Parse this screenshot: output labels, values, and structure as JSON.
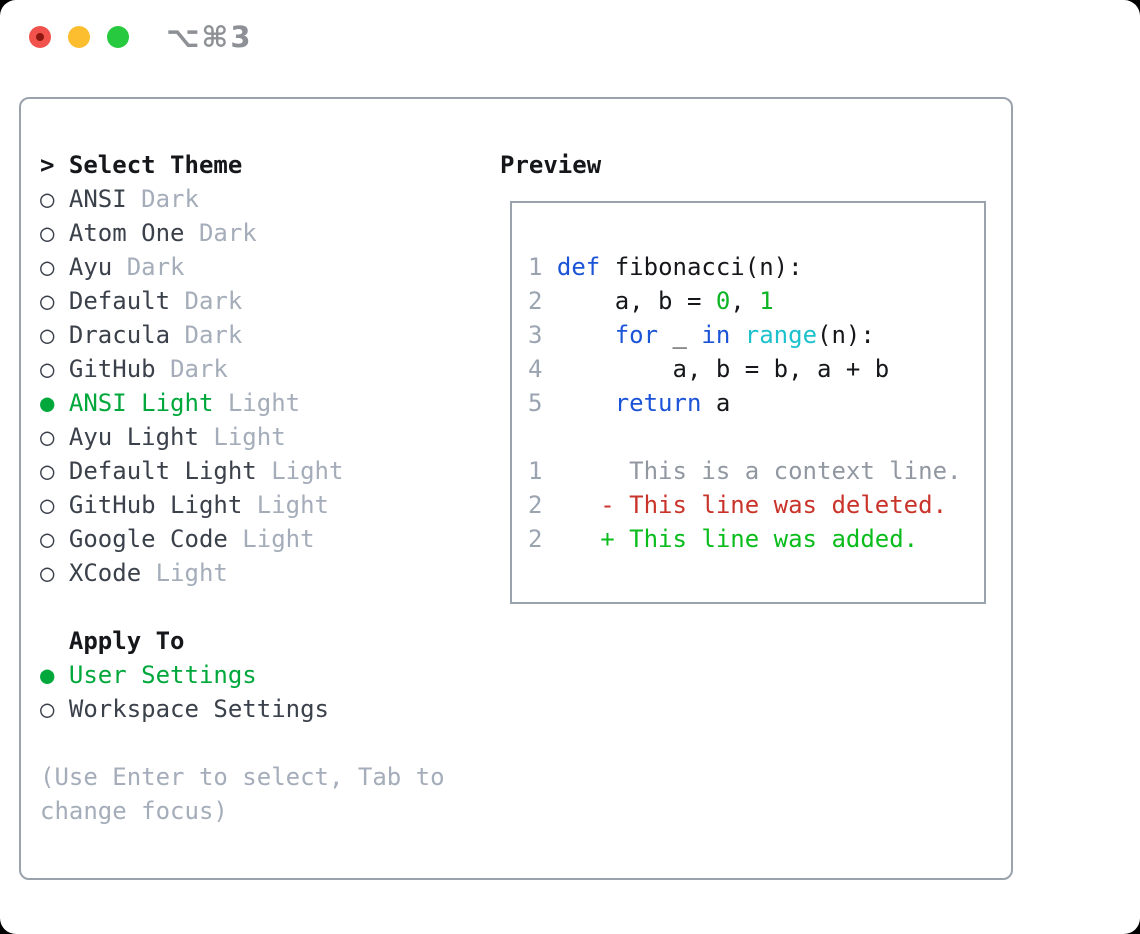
{
  "window": {
    "title_shortcut": "⌥⌘3",
    "traffic_lights": [
      "close",
      "minimize",
      "zoom"
    ]
  },
  "theme_panel": {
    "header_prompt": ">",
    "header": "Select Theme",
    "radio_empty_icon": "○",
    "radio_filled_icon": "●",
    "items": [
      {
        "name": "ANSI",
        "variant": "Dark",
        "selected": false
      },
      {
        "name": "Atom One",
        "variant": "Dark",
        "selected": false
      },
      {
        "name": "Ayu",
        "variant": "Dark",
        "selected": false
      },
      {
        "name": "Default",
        "variant": "Dark",
        "selected": false
      },
      {
        "name": "Dracula",
        "variant": "Dark",
        "selected": false
      },
      {
        "name": "GitHub",
        "variant": "Dark",
        "selected": false
      },
      {
        "name": "ANSI Light",
        "variant": "Light",
        "selected": true
      },
      {
        "name": "Ayu Light",
        "variant": "Light",
        "selected": false
      },
      {
        "name": "Default Light",
        "variant": "Light",
        "selected": false
      },
      {
        "name": "GitHub Light",
        "variant": "Light",
        "selected": false
      },
      {
        "name": "Google Code",
        "variant": "Light",
        "selected": false
      },
      {
        "name": "XCode",
        "variant": "Light",
        "selected": false
      }
    ]
  },
  "apply_panel": {
    "header": "Apply To",
    "options": [
      {
        "label": "User Settings",
        "selected": true
      },
      {
        "label": "Workspace Settings",
        "selected": false
      }
    ]
  },
  "hint": "(Use Enter to select, Tab to change focus)",
  "preview": {
    "header": "Preview",
    "code_lines": [
      {
        "num": "1",
        "tokens": [
          {
            "t": " ",
            "c": "plain"
          },
          {
            "t": "def",
            "c": "kw"
          },
          {
            "t": " fibonacci(n):",
            "c": "plain"
          }
        ]
      },
      {
        "num": "2",
        "tokens": [
          {
            "t": "     a, b = ",
            "c": "plain"
          },
          {
            "t": "0",
            "c": "lit"
          },
          {
            "t": ", ",
            "c": "plain"
          },
          {
            "t": "1",
            "c": "lit"
          }
        ]
      },
      {
        "num": "3",
        "tokens": [
          {
            "t": "     ",
            "c": "plain"
          },
          {
            "t": "for",
            "c": "kw"
          },
          {
            "t": " _ ",
            "c": "plain"
          },
          {
            "t": "in",
            "c": "kw"
          },
          {
            "t": " ",
            "c": "plain"
          },
          {
            "t": "range",
            "c": "builtin"
          },
          {
            "t": "(n):",
            "c": "plain"
          }
        ]
      },
      {
        "num": "4",
        "tokens": [
          {
            "t": "         a, b = b, a + b",
            "c": "plain"
          }
        ]
      },
      {
        "num": "5",
        "tokens": [
          {
            "t": "     ",
            "c": "plain"
          },
          {
            "t": "return",
            "c": "kw"
          },
          {
            "t": " a",
            "c": "plain"
          }
        ]
      }
    ],
    "diff_lines": [
      {
        "num": "1",
        "tokens": [
          {
            "t": "      This is a context line.",
            "c": "ctx"
          }
        ]
      },
      {
        "num": "2",
        "tokens": [
          {
            "t": "    - This line was deleted.",
            "c": "del"
          }
        ]
      },
      {
        "num": "2",
        "tokens": [
          {
            "t": "    + This line was added.",
            "c": "add"
          }
        ]
      }
    ]
  },
  "colors": {
    "accent_green": "#00a83c",
    "keyword_blue": "#1c54d7",
    "builtin_cyan": "#1dc1cd",
    "literal_green": "#0db525",
    "deleted_red": "#c9342a",
    "added_green": "#0abc1c",
    "muted_gray": "#a4adb9",
    "line_number_gray": "#9aa4b1",
    "context_gray": "#9198a1",
    "text_dark": "#3b414b",
    "heading_black": "#15171a",
    "border_gray": "#9aa3ad",
    "titlebar_gray": "#8d9196",
    "traffic_red": "#f2524c",
    "traffic_red_dot": "#8c1710",
    "traffic_yellow": "#fcbe2f",
    "traffic_green": "#27c93f"
  }
}
